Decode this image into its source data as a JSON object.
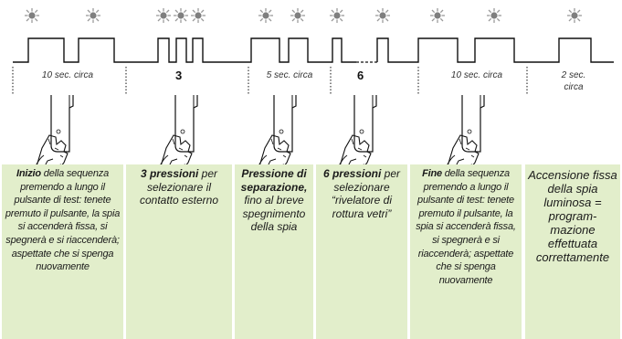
{
  "timing": {
    "seg1_note": "10 sec. circa",
    "seg2_count": "3",
    "seg3_note": "5 sec. circa",
    "seg4_count": "6",
    "seg5_note": "10 sec. circa",
    "seg6_note_line1": "2 sec.",
    "seg6_note_line2": "circa"
  },
  "steps": [
    {
      "lead": "Inizio",
      "body": " della sequenza premendo a lungo il pulsante di test: tenete premuto il pulsante, la spia si accenderà fissa, si spegnerà e si riaccenderà; aspettate che si spenga nuovamente"
    },
    {
      "lead": "3 pressioni",
      "body": " per selezionare il contatto esterno"
    },
    {
      "lead": "Pressione di separazione,",
      "body": " fino al breve spegnimento della spia"
    },
    {
      "lead": "6 pressioni",
      "body": " per selezionare “rivelatore di rottura vetri”"
    },
    {
      "lead": "Fine",
      "body": " della sequenza premendo a lungo il pulsante di test: tenete premuto il pulsante, la spia si accenderà fissa, si spegnerà e si riaccenderà; aspettate che si spenga nuovamente"
    },
    {
      "lead": "",
      "body": "Accensione fissa della spia luminosa = program-mazione effettuata correttamente"
    }
  ],
  "colors": {
    "panel": "#e2eecb",
    "signal": "#111111",
    "led": "#9a9a9a"
  },
  "icons": {
    "led": "led-blink-icon",
    "hand": "hand-pressing-button-icon"
  }
}
